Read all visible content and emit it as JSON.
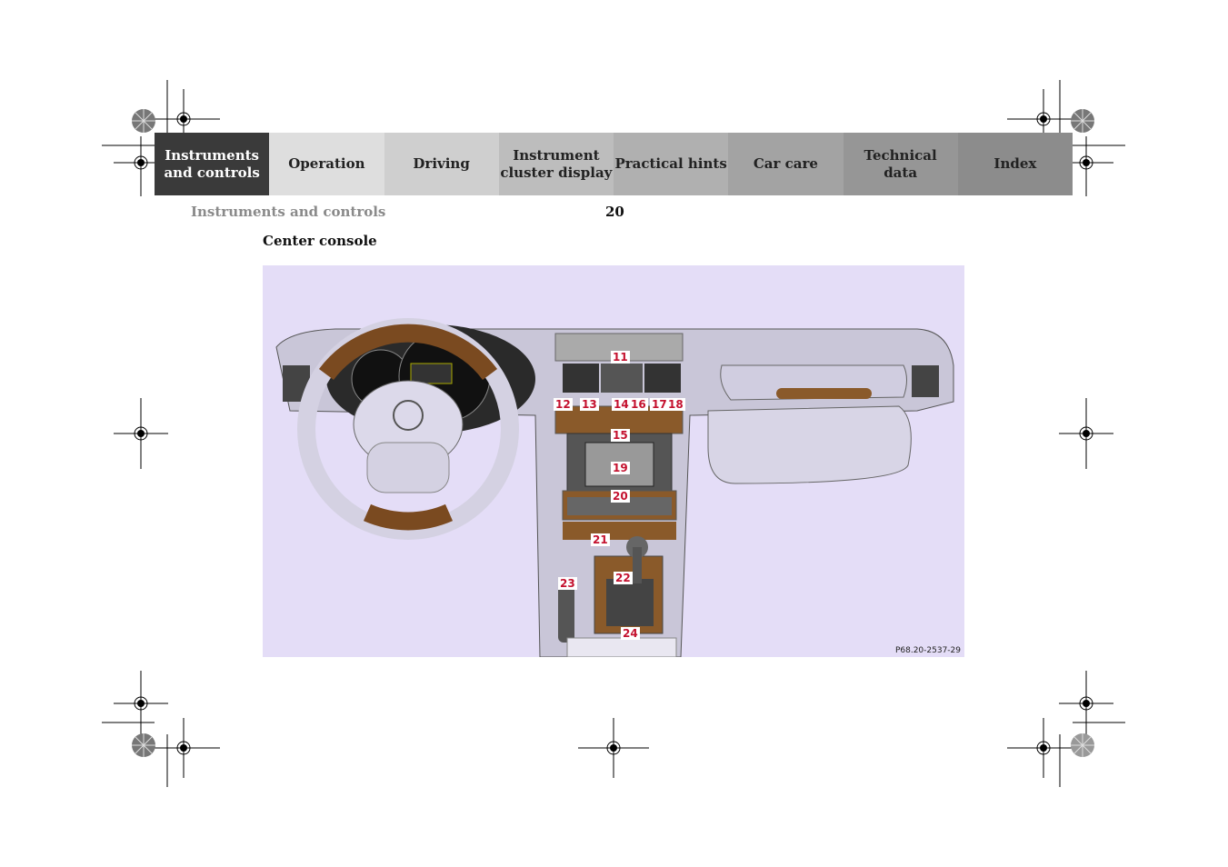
{
  "nav": {
    "tabs": [
      {
        "label": "Instruments\nand controls",
        "active": true,
        "color": "#3a3a3a"
      },
      {
        "label": "Operation",
        "active": false,
        "color": "#dedede"
      },
      {
        "label": "Driving",
        "active": false,
        "color": "#cfcfcf"
      },
      {
        "label": "Instrument\ncluster display",
        "active": false,
        "color": "#bdbdbd"
      },
      {
        "label": "Practical hints",
        "active": false,
        "color": "#b0b0b0"
      },
      {
        "label": "Car care",
        "active": false,
        "color": "#a3a3a3"
      },
      {
        "label": "Technical\ndata",
        "active": false,
        "color": "#969696"
      },
      {
        "label": "Index",
        "active": false,
        "color": "#8c8c8c"
      }
    ]
  },
  "page": {
    "section": "Instruments and controls",
    "number": "20",
    "title": "Center console"
  },
  "figure": {
    "code": "P68.20-2537-29",
    "background": "#e4ddf7",
    "callouts": [
      "11",
      "12",
      "13",
      "14",
      "16",
      "17",
      "18",
      "15",
      "19",
      "20",
      "21",
      "22",
      "23",
      "24"
    ]
  }
}
